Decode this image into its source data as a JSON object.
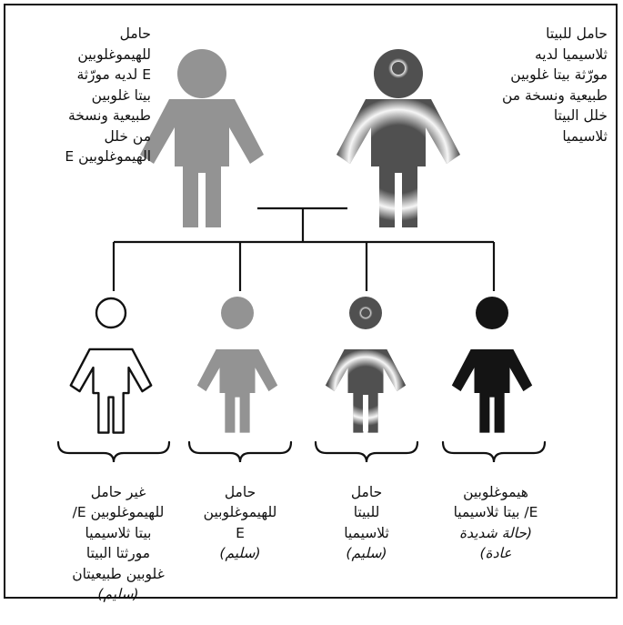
{
  "parents": {
    "father_label": "حامل\nللهيموغلوبين\nE لديه مورّثة\nبيتا غلوبين\nطبيعية ونسخة\nمن خلل\nالهيموغلوبين E",
    "mother_label": "حامل للبيتا\nثلاسيميا لديه\nمورّثة بيتا غلوبين\nطبيعية ونسخة من\nخلل البيتا\nثلاسيميا"
  },
  "children": [
    {
      "label": "غير حامل\nللهيموغلوبين E/\nبيتا ثلاسيميا\nمورثتا البيتا\nغلوبين طبيعيتان",
      "status": "(سليم)"
    },
    {
      "label": "حامل\nللهيموغلوبين\nE",
      "status": "(سليم)"
    },
    {
      "label": "حامل\nللبيتا\nثلاسيميا",
      "status": "(سليم)"
    },
    {
      "label": "هيموغلوبين\nE/ بيتا ثلاسيميا",
      "status": "(حالة شديدة\nعادة)"
    }
  ],
  "colors": {
    "hbe": "#939393",
    "thal": "#505050",
    "affected": "#141414",
    "line": "#111111"
  },
  "icons": [
    "person-icon",
    "gene-mark-icon"
  ]
}
